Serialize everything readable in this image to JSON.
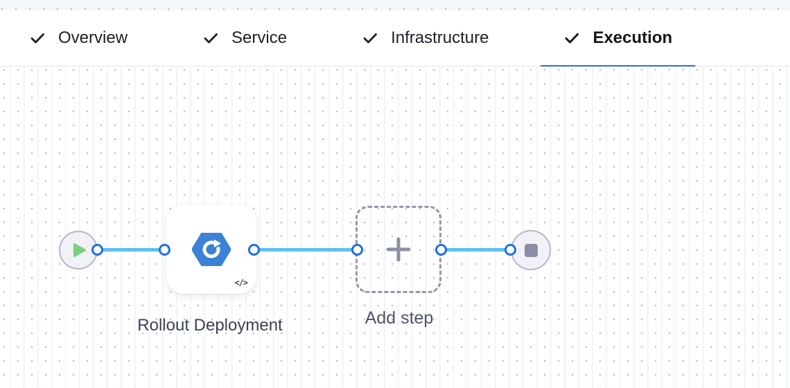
{
  "tabs": [
    {
      "label": "Overview",
      "completed": true,
      "active": false
    },
    {
      "label": "Service",
      "completed": true,
      "active": false
    },
    {
      "label": "Infrastructure",
      "completed": true,
      "active": false
    },
    {
      "label": "Execution",
      "completed": true,
      "active": true
    }
  ],
  "canvas": {
    "start_node": {
      "icon": "play-icon"
    },
    "step": {
      "name": "Rollout Deployment",
      "icon": "k8s-rollout-deployment-icon",
      "code_badge": "</>"
    },
    "add_step": {
      "label": "Add step",
      "icon": "plus-icon"
    },
    "end_node": {
      "icon": "stop-icon"
    }
  },
  "colors": {
    "active_tab_underline": "#2e6fd0",
    "connector_blue": "#5ec0f3",
    "port_border_blue": "#1f6ee0",
    "step_icon_blue": "#3b82d6",
    "play_green": "#7ecf81",
    "stop_grey": "#8b8da2"
  }
}
